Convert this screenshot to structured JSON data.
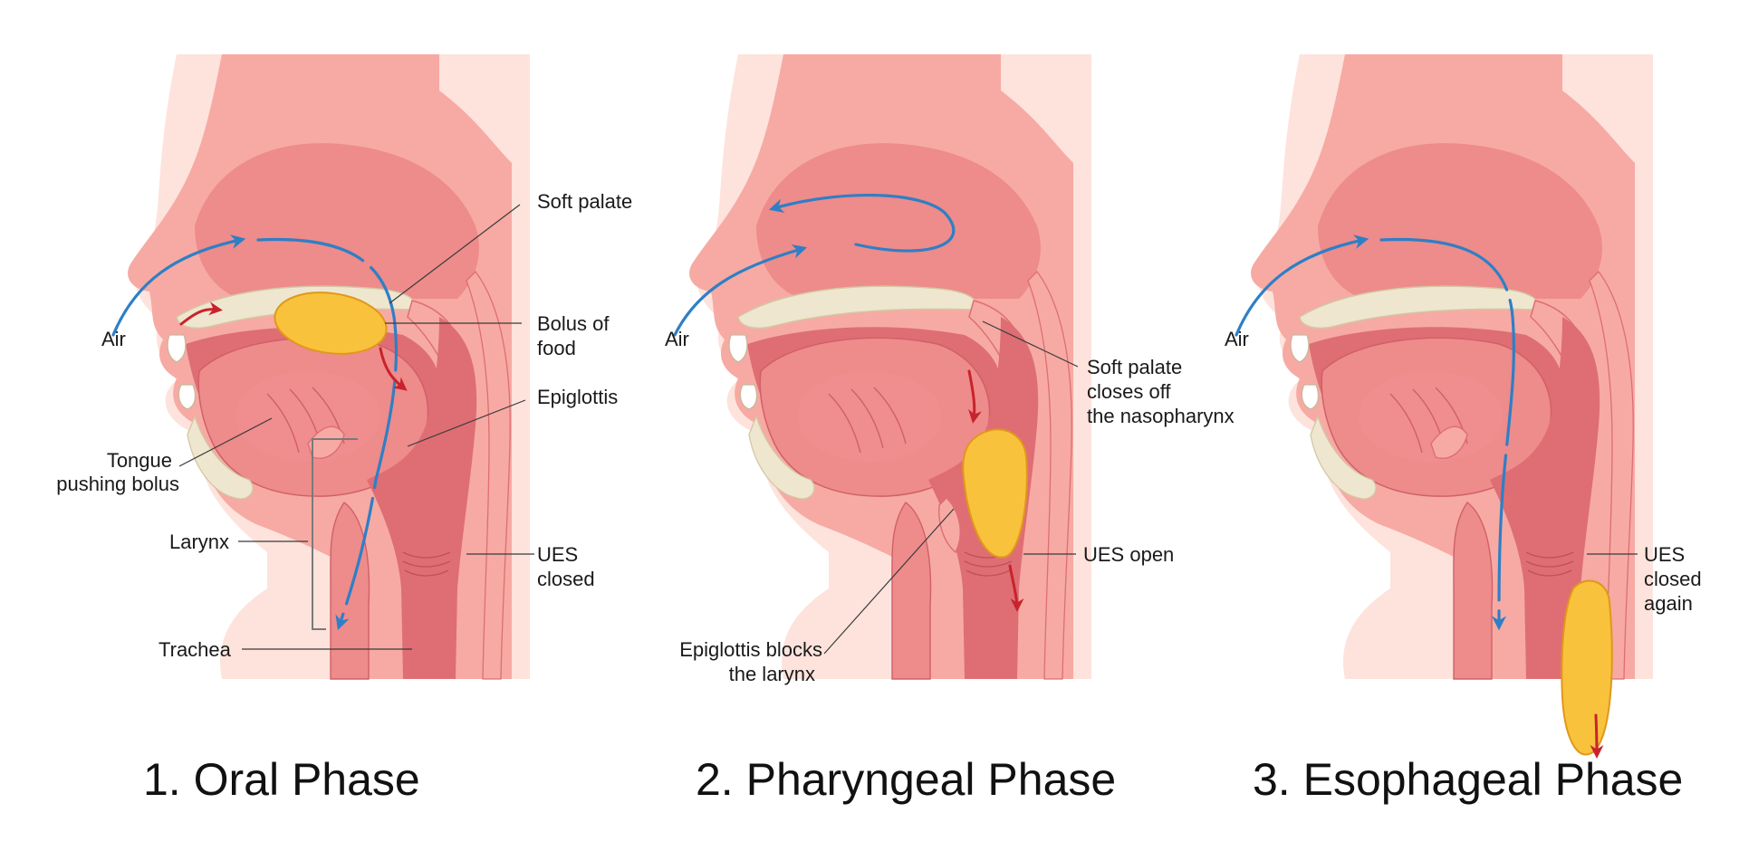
{
  "colors": {
    "skin_light": "#fde3dc",
    "skin": "#f6aaa3",
    "tissue": "#ee8b8b",
    "tissue_dark": "#de6e74",
    "bone": "#efe6cf",
    "teeth": "#ffffff",
    "bolus": "#f9c23d",
    "air_arrow": "#2e7fc6",
    "food_arrow": "#c8232c"
  },
  "panels": [
    {
      "title": "1. Oral Phase",
      "labels": {
        "air": "Air",
        "soft_palate": "Soft palate",
        "bolus_line1": "Bolus of",
        "bolus_line2": "food",
        "epiglottis": "Epiglottis",
        "tongue_line1": "Tongue",
        "tongue_line2": "pushing bolus",
        "larynx": "Larynx",
        "ues_line1": "UES",
        "ues_line2": "closed",
        "trachea": "Trachea"
      }
    },
    {
      "title": "2. Pharyngeal Phase",
      "labels": {
        "air": "Air",
        "soft_palate_line1": "Soft palate",
        "soft_palate_line2": "closes off",
        "soft_palate_line3": "the nasopharynx",
        "ues": "UES open",
        "epiglottis_line1": "Epiglottis blocks",
        "epiglottis_line2": "the larynx"
      }
    },
    {
      "title": "3. Esophageal Phase",
      "labels": {
        "air": "Air",
        "ues_line1": "UES",
        "ues_line2": "closed",
        "ues_line3": "again"
      }
    }
  ]
}
